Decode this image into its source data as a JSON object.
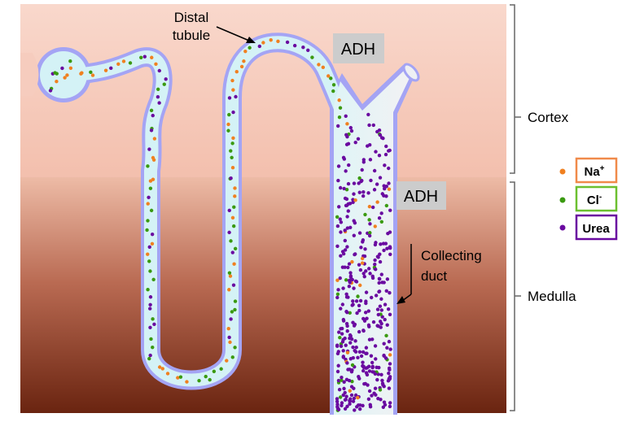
{
  "labels": {
    "distal_line1": "Distal",
    "distal_line2": "tubule",
    "adh_top": "ADH",
    "adh_mid": "ADH",
    "collecting_line1": "Collecting",
    "collecting_line2": "duct",
    "cortex": "Cortex",
    "medulla": "Medulla"
  },
  "legend": [
    {
      "label": "Na",
      "sup": "+",
      "color": "#f08020",
      "border": "#f08a4a"
    },
    {
      "label": "Cl",
      "sup": "-",
      "color": "#3a9a10",
      "border": "#6cc030"
    },
    {
      "label": "Urea",
      "sup": "",
      "color": "#6a0aa0",
      "border": "#6a0aa0"
    }
  ],
  "colors": {
    "tubule_wall": "#a4a4f4",
    "tubule_fill": "#d4f2f6",
    "duct_fill": "#eef0f4",
    "adh_box": "#cccccc"
  }
}
